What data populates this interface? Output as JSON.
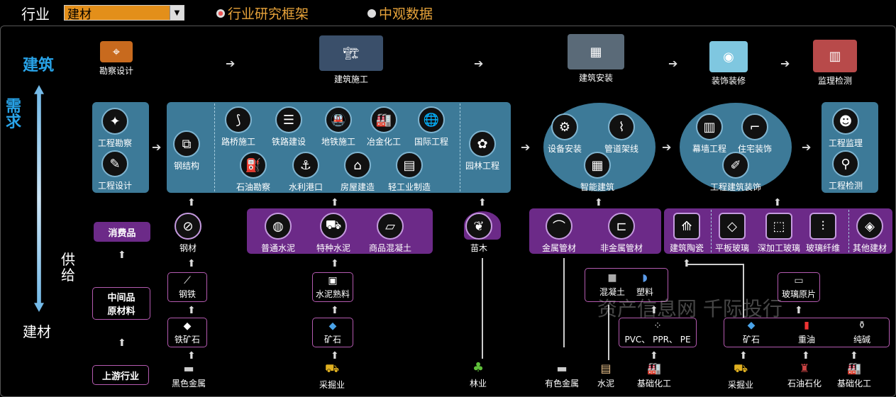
{
  "header": {
    "label": "行业",
    "select_value": "建材",
    "link1": "行业研究框架",
    "link2": "中观数据"
  },
  "side": {
    "top": "建筑",
    "demand": "需求",
    "supply": "供给",
    "bottom": "建材"
  },
  "stages": {
    "survey": "勘察设计",
    "construction": "建筑施工",
    "install": "建筑安装",
    "decor": "装饰装修",
    "supervise": "监理检测"
  },
  "survey_box": {
    "a": "工程勘察",
    "b": "工程设计"
  },
  "construction_box": {
    "steel": "钢结构",
    "a": "路桥施工",
    "b": "铁路建设",
    "c": "地铁施工",
    "d": "冶金化工",
    "e": "国际工程",
    "f": "石油勘察",
    "g": "水利港口",
    "h": "房屋建造",
    "i": "轻工业制造",
    "garden": "园林工程"
  },
  "install_box": {
    "a": "设备安装",
    "b": "管道架线",
    "c": "智能建筑"
  },
  "decor_box": {
    "a": "幕墙工程",
    "b": "住宅装饰",
    "c": "工程建筑装饰"
  },
  "supervise_box": {
    "a": "工程监理",
    "b": "工程检测"
  },
  "left_labels": {
    "consumer": "消费品",
    "intermediate": "中间品\n原材料",
    "upstream": "上游行业"
  },
  "materials": {
    "steel": "钢材",
    "cement_a": "普通水泥",
    "cement_b": "特种水泥",
    "cement_c": "商品混凝土",
    "seedling": "苗木",
    "metal_pipe": "金属管材",
    "nonmetal_pipe": "非金属管材",
    "ceramic": "建筑陶瓷",
    "flat_glass": "平板玻璃",
    "deep_glass": "深加工玻璃",
    "glass_fiber": "玻璃纤维",
    "other": "其他建材"
  },
  "intermediate": {
    "iron": "钢铁",
    "ore": "铁矿石",
    "clinker": "水泥熟料",
    "mineral": "矿石",
    "concrete": "混凝土",
    "plastic": "塑料",
    "pvc": "PVC、 PPR、 PE",
    "glass_raw": "玻璃原片",
    "mineral2": "矿石",
    "heavy_oil": "重油",
    "soda": "纯碱"
  },
  "upstream": {
    "ferrous": "黑色金属",
    "mining": "采掘业",
    "forestry": "林业",
    "nonferrous": "有色金属",
    "cement": "水泥",
    "chem": "基础化工",
    "mining2": "采掘业",
    "petro": "石油石化",
    "chem2": "基础化工"
  },
  "watermark": "资产信息网 千际投行"
}
